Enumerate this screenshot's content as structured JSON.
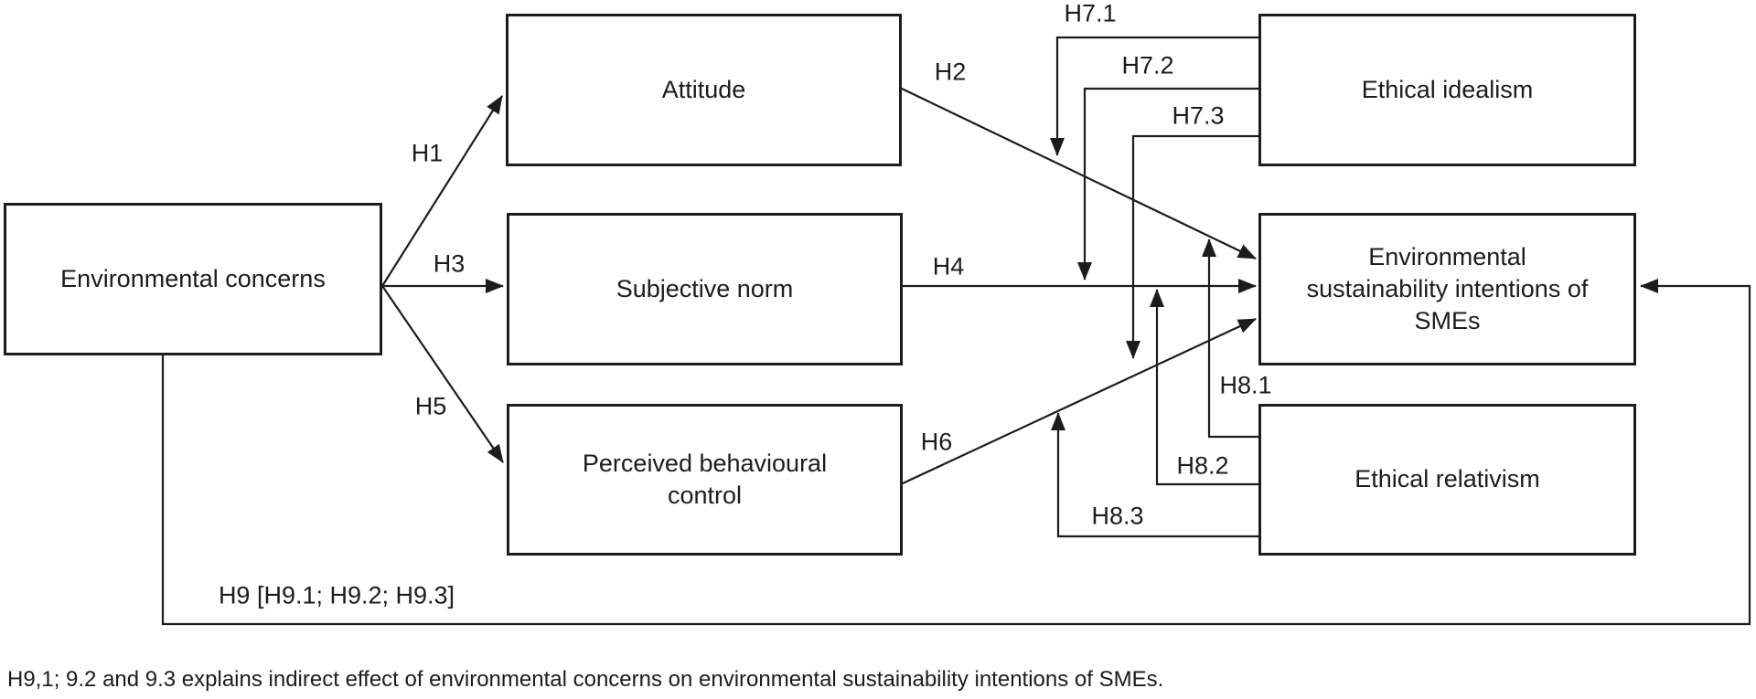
{
  "diagram": {
    "nodes": {
      "env_concerns": {
        "label": "Environmental concerns"
      },
      "attitude": {
        "label": "Attitude"
      },
      "subjective_norm": {
        "label": "Subjective norm"
      },
      "pbc": {
        "lines": [
          "Perceived behavioural",
          "control"
        ],
        "label": "Perceived behavioural control"
      },
      "ethical_idealism": {
        "label": "Ethical idealism"
      },
      "esi": {
        "lines": [
          "Environmental",
          "sustainability intentions of",
          "SMEs"
        ],
        "label": "Environmental sustainability intentions of SMEs"
      },
      "ethical_relativism": {
        "label": "Ethical relativism"
      }
    },
    "hypotheses": {
      "h1": "H1",
      "h2": "H2",
      "h3": "H3",
      "h4": "H4",
      "h5": "H5",
      "h6": "H6",
      "h7_1": "H7.1",
      "h7_2": "H7.2",
      "h7_3": "H7.3",
      "h8_1": "H8.1",
      "h8_2": "H8.2",
      "h8_3": "H8.3",
      "h9": "H9 [H9.1; H9.2; H9.3]"
    },
    "edges": [
      {
        "hypothesis": "H1",
        "from": "Environmental concerns",
        "to": "Attitude"
      },
      {
        "hypothesis": "H2",
        "from": "Attitude",
        "to": "Environmental sustainability intentions of SMEs"
      },
      {
        "hypothesis": "H3",
        "from": "Environmental concerns",
        "to": "Subjective norm"
      },
      {
        "hypothesis": "H4",
        "from": "Subjective norm",
        "to": "Environmental sustainability intentions of SMEs"
      },
      {
        "hypothesis": "H5",
        "from": "Environmental concerns",
        "to": "Perceived behavioural control"
      },
      {
        "hypothesis": "H6",
        "from": "Perceived behavioural control",
        "to": "Environmental sustainability intentions of SMEs"
      },
      {
        "hypothesis": "H7.1",
        "from": "Ethical idealism",
        "to": "H2 path"
      },
      {
        "hypothesis": "H7.2",
        "from": "Ethical idealism",
        "to": "H4 path"
      },
      {
        "hypothesis": "H7.3",
        "from": "Ethical idealism",
        "to": "H6 path"
      },
      {
        "hypothesis": "H8.1",
        "from": "Ethical relativism",
        "to": "H2 path"
      },
      {
        "hypothesis": "H8.2",
        "from": "Ethical relativism",
        "to": "H4 path"
      },
      {
        "hypothesis": "H8.3",
        "from": "Ethical relativism",
        "to": "H6 path"
      },
      {
        "hypothesis": "H9 [H9.1; H9.2; H9.3]",
        "from": "Environmental concerns",
        "to": "Environmental sustainability intentions of SMEs"
      }
    ],
    "footnote": "H9,1; 9.2 and 9.3 explains indirect effect of environmental concerns on environmental sustainability intentions of SMEs.",
    "colors": {
      "line": "#1c1c1c",
      "text": "#1c1c1c",
      "background": "#ffffff"
    }
  }
}
